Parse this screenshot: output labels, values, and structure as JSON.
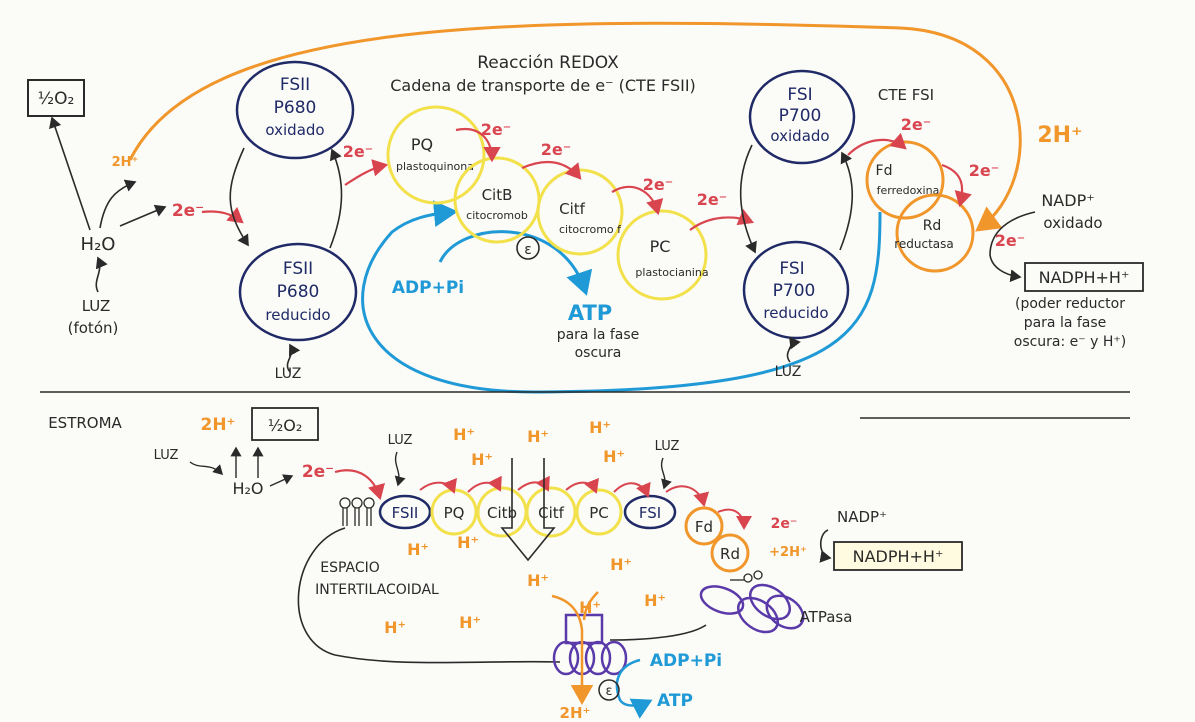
{
  "top": {
    "title_line1": "Reacción REDOX",
    "title_line2": "Cadena de transporte de e⁻ (CTE FSII)",
    "cte_fsi": "CTE FSI",
    "o2": "½O₂",
    "two_h": "2H⁺",
    "two_h_big": "2H⁺",
    "h2o": "H₂O",
    "luz_foton_1": "LUZ",
    "luz_foton_2": "(fotón)",
    "e": "2e⁻",
    "fsii_ox": [
      "FSII",
      "P680",
      "oxidado"
    ],
    "fsii_red": [
      "FSII",
      "P680",
      "reducido"
    ],
    "fsi_ox": [
      "FSI",
      "P700",
      "oxidado"
    ],
    "fsi_red": [
      "FSI",
      "P700",
      "reducido"
    ],
    "luz": "LUZ",
    "pq": [
      "PQ",
      "plastoquinona"
    ],
    "citb": [
      "CitB",
      "citocromob"
    ],
    "citf": [
      "Citf",
      "citocromo f"
    ],
    "pc": [
      "PC",
      "plastocianina"
    ],
    "fd": [
      "Fd",
      "ferredoxina"
    ],
    "rd": [
      "Rd",
      "reductasa"
    ],
    "epsilon": "ε",
    "adp": "ADP+Pi",
    "atp": "ATP",
    "atp_note": [
      "para la fase",
      "oscura"
    ],
    "nadp": [
      "NADP⁺",
      "oxidado"
    ],
    "nadph": "NADPH+H⁺",
    "nadph_note": [
      "(poder reductor",
      "para la fase",
      "oscura: e⁻ y H⁺)"
    ]
  },
  "bottom": {
    "estroma": "ESTROMA",
    "two_h": "2H⁺",
    "o2": "½O₂",
    "luz": "LUZ",
    "h2o": "H₂O",
    "e": "2e⁻",
    "h": "H⁺",
    "chain": [
      "FSII",
      "PQ",
      "Citb",
      "Citf",
      "PC",
      "FSI"
    ],
    "fd": "Fd",
    "rd": "Rd",
    "plus_2h": "+2H⁺",
    "nadp": "NADP⁺",
    "nadph": "NADPH+H⁺",
    "espacio": [
      "ESPACIO",
      "INTERTILACOIDAL"
    ],
    "atpasa": "ATPasa",
    "adp": "ADP+Pi",
    "epsilon": "ε",
    "atp": "ATP",
    "two_h_out": "2H⁺"
  },
  "colors": {
    "navy": "#1f2a66",
    "yellow": "#f2e14a",
    "orange": "#f0962a",
    "red": "#d9454f",
    "cyan": "#1f9ad6",
    "purple": "#5a3aa8"
  }
}
